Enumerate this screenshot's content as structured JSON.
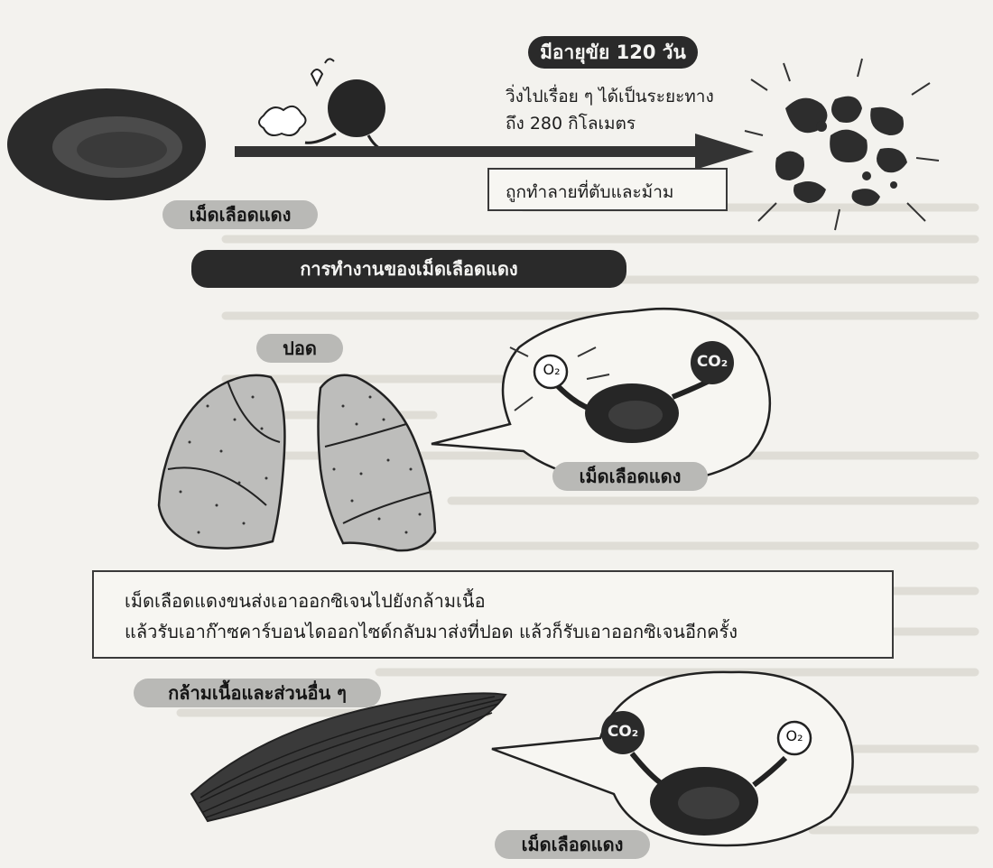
{
  "lifespan": {
    "badge": "มีอายุขัย 120 วัน",
    "run_line1": "วิ่งไปเรื่อย ๆ ได้เป็นระยะทาง",
    "run_line2": "ถึง 280 กิโลเมตร",
    "destroyed": "ถูกทำลายที่ตับและม้าม",
    "cell_label": "เม็ดเลือดแดง"
  },
  "function_title": "การทำงานของเม็ดเลือดแดง",
  "lung": {
    "label": "ปอด",
    "cell_label": "เม็ดเลือดแดง",
    "o2_label": "O₂",
    "co2_label": "CO₂"
  },
  "explanation": {
    "line1": "เม็ดเลือดแดงขนส่งเอาออกซิเจนไปยังกล้ามเนื้อ",
    "line2": "แล้วรับเอาก๊าซคาร์บอนไดออกไซด์กลับมาส่งที่ปอด แล้วก็รับเอาออกซิเจนอีกครั้ง"
  },
  "muscle": {
    "label": "กล้ามเนื้อและส่วนอื่น ๆ",
    "cell_label": "เม็ดเลือดแดง",
    "co2_label": "CO₂",
    "o2_label": "O₂"
  }
}
